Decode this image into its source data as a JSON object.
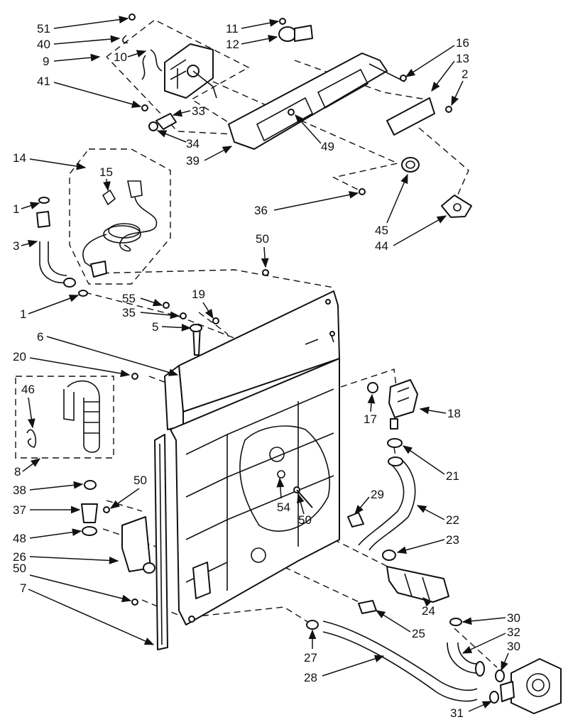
{
  "diagram": {
    "callouts": [
      {
        "id": "c51",
        "text": "51"
      },
      {
        "id": "c40",
        "text": "40"
      },
      {
        "id": "c9",
        "text": "9"
      },
      {
        "id": "c10",
        "text": "10"
      },
      {
        "id": "c41",
        "text": "41"
      },
      {
        "id": "c11",
        "text": "11"
      },
      {
        "id": "c12",
        "text": "12"
      },
      {
        "id": "c33",
        "text": "33"
      },
      {
        "id": "c34",
        "text": "34"
      },
      {
        "id": "c39",
        "text": "39"
      },
      {
        "id": "c49",
        "text": "49"
      },
      {
        "id": "c16",
        "text": "16"
      },
      {
        "id": "c13",
        "text": "13"
      },
      {
        "id": "c2",
        "text": "2"
      },
      {
        "id": "c14",
        "text": "14"
      },
      {
        "id": "c15",
        "text": "15"
      },
      {
        "id": "c1a",
        "text": "1"
      },
      {
        "id": "c3",
        "text": "3"
      },
      {
        "id": "c1b",
        "text": "1"
      },
      {
        "id": "c36",
        "text": "36"
      },
      {
        "id": "c45",
        "text": "45"
      },
      {
        "id": "c44",
        "text": "44"
      },
      {
        "id": "c50a",
        "text": "50"
      },
      {
        "id": "c55",
        "text": "55"
      },
      {
        "id": "c35",
        "text": "35"
      },
      {
        "id": "c19",
        "text": "19"
      },
      {
        "id": "c5",
        "text": "5"
      },
      {
        "id": "c6",
        "text": "6"
      },
      {
        "id": "c20",
        "text": "20"
      },
      {
        "id": "c46",
        "text": "46"
      },
      {
        "id": "c8",
        "text": "8"
      },
      {
        "id": "c38",
        "text": "38"
      },
      {
        "id": "c37",
        "text": "37"
      },
      {
        "id": "c48",
        "text": "48"
      },
      {
        "id": "c26",
        "text": "26"
      },
      {
        "id": "c50b",
        "text": "50"
      },
      {
        "id": "c7",
        "text": "7"
      },
      {
        "id": "c50c",
        "text": "50"
      },
      {
        "id": "c54",
        "text": "54"
      },
      {
        "id": "c50d",
        "text": "50"
      },
      {
        "id": "c17",
        "text": "17"
      },
      {
        "id": "c18",
        "text": "18"
      },
      {
        "id": "c21",
        "text": "21"
      },
      {
        "id": "c22",
        "text": "22"
      },
      {
        "id": "c29",
        "text": "29"
      },
      {
        "id": "c23",
        "text": "23"
      },
      {
        "id": "c24",
        "text": "24"
      },
      {
        "id": "c25",
        "text": "25"
      },
      {
        "id": "c27",
        "text": "27"
      },
      {
        "id": "c28",
        "text": "28"
      },
      {
        "id": "c30a",
        "text": "30"
      },
      {
        "id": "c32",
        "text": "32"
      },
      {
        "id": "c30b",
        "text": "30"
      },
      {
        "id": "c31",
        "text": "31"
      }
    ]
  }
}
